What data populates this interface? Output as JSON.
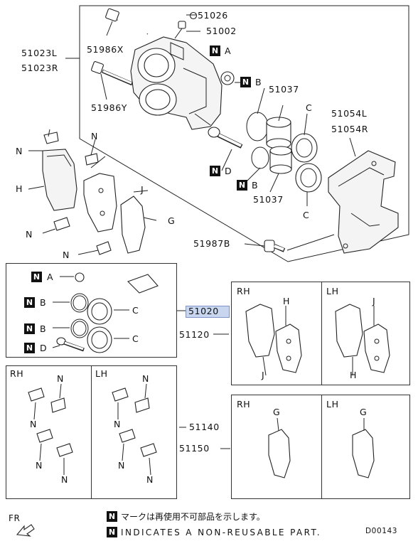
{
  "diagram": {
    "part_numbers": {
      "n51026": "51026",
      "n51002": "51002",
      "n51023L": "51023L",
      "n51023R": "51023R",
      "n51986X": "51986X",
      "n51986Y": "51986Y",
      "n51037a": "51037",
      "n51037b": "51037",
      "n51054L": "51054L",
      "n51054R": "51054R",
      "n51987B": "51987B",
      "n51020": "51020",
      "n51120": "51120",
      "n51140": "51140",
      "n51150": "51150"
    },
    "letters": {
      "A": "A",
      "B": "B",
      "C": "C",
      "D": "D",
      "G": "G",
      "H": "H",
      "J": "J",
      "N": "N"
    },
    "badge": "N",
    "sides": {
      "rh": "RH",
      "lh": "LH"
    },
    "highlight_color": "#c9d6ef"
  },
  "legend": {
    "japanese": "マークは再使用不可部品を示します。",
    "english": "INDICATES A NON-REUSABLE PART."
  },
  "footer": {
    "fr_label": "FR",
    "code": "D00143"
  }
}
